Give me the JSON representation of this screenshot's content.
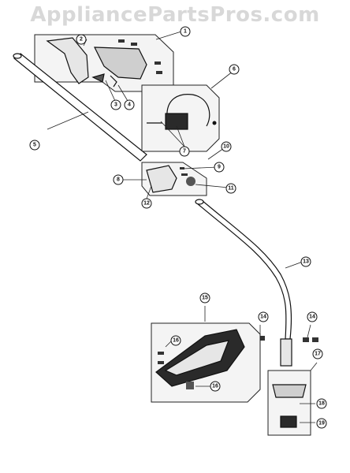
{
  "watermark": "AppliancePartsPros.com",
  "callouts": {
    "c1": "1",
    "c2": "2",
    "c3": "3",
    "c4": "4",
    "c5": "5",
    "c6": "6",
    "c7": "7",
    "c8": "8",
    "c9": "9",
    "c10": "10",
    "c11": "11",
    "c12": "12",
    "c13": "13",
    "c14a": "14",
    "c14b": "14",
    "c15": "15",
    "c16a": "16",
    "c16b": "16",
    "c17": "17",
    "c18": "18",
    "c19": "19"
  },
  "colors": {
    "line": "#111111",
    "panel": "#f4f4f4",
    "dark": "#2a2a2a",
    "watermark": "#d8d8d8"
  }
}
